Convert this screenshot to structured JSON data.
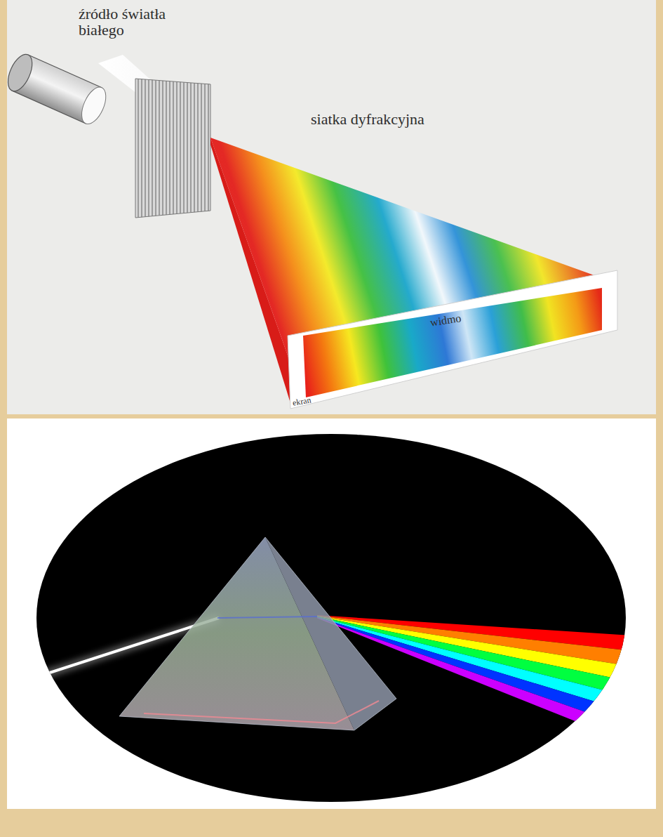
{
  "diagram": {
    "labels": [
      "źródło światła białego",
      "siatka dyfrakcyjna",
      "widmo",
      "ekran"
    ]
  }
}
